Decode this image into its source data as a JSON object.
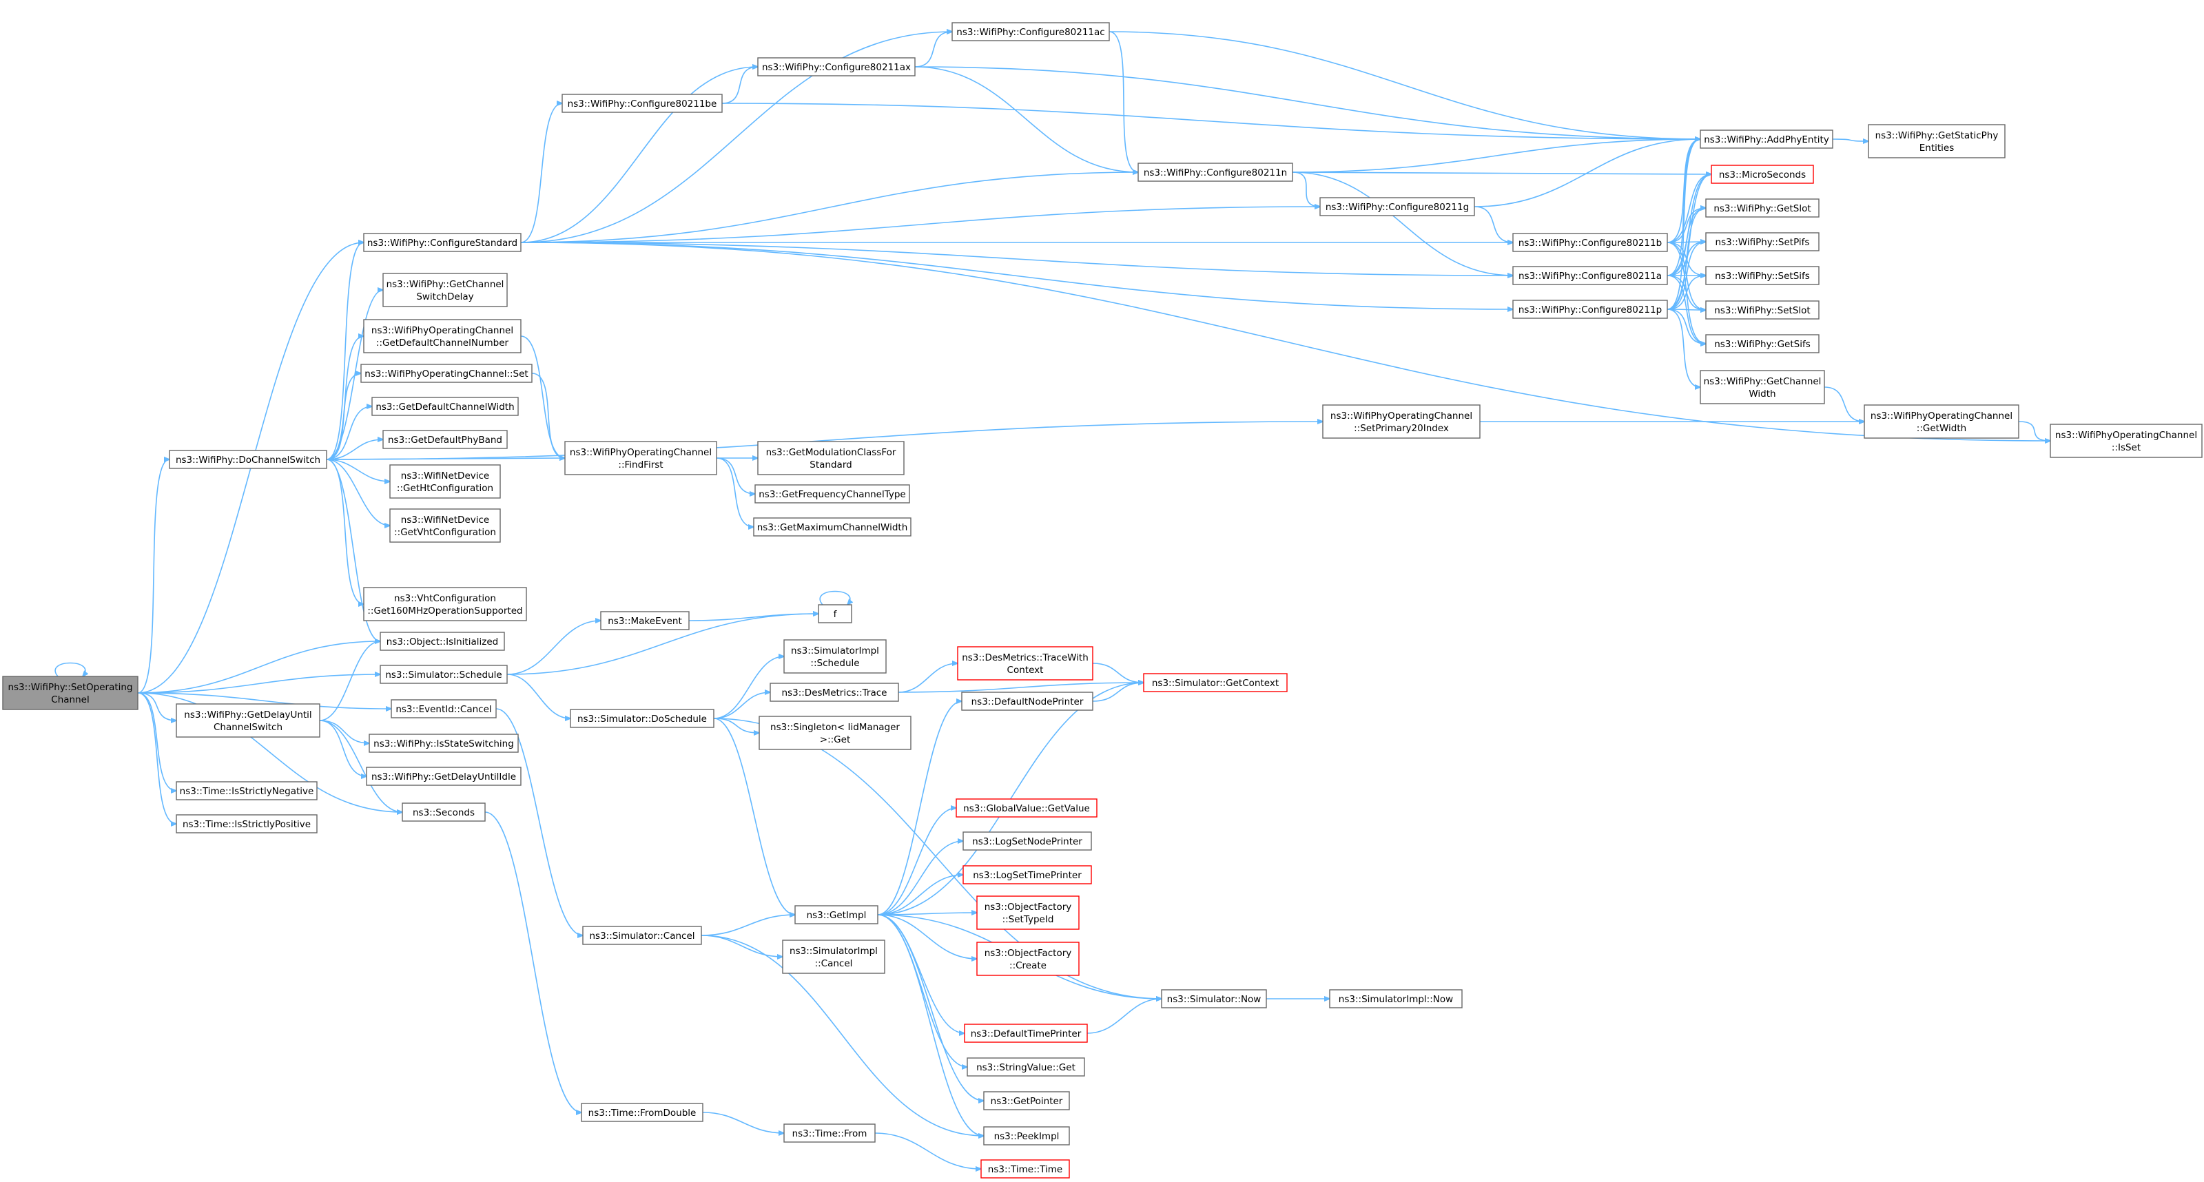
{
  "graph": {
    "nodes": [
      {
        "id": "n_root",
        "lines": [
          "ns3::WifiPhy::SetOperating",
          "Channel"
        ],
        "kind": "root"
      },
      {
        "id": "n_doswitch",
        "lines": [
          "ns3::WifiPhy::DoChannelSwitch"
        ],
        "kind": "normal"
      },
      {
        "id": "n_getdelay",
        "lines": [
          "ns3::WifiPhy::GetDelayUntil",
          "ChannelSwitch"
        ],
        "kind": "normal"
      },
      {
        "id": "n_strneg",
        "lines": [
          "ns3::Time::IsStrictlyNegative"
        ],
        "kind": "normal"
      },
      {
        "id": "n_strpos",
        "lines": [
          "ns3::Time::IsStrictlyPositive"
        ],
        "kind": "normal"
      },
      {
        "id": "n_cfgstd",
        "lines": [
          "ns3::WifiPhy::ConfigureStandard"
        ],
        "kind": "normal"
      },
      {
        "id": "n_getswdelay",
        "lines": [
          "ns3::WifiPhy::GetChannel",
          "SwitchDelay"
        ],
        "kind": "normal"
      },
      {
        "id": "n_getdefchnum",
        "lines": [
          "ns3::WifiPhyOperatingChannel",
          "::GetDefaultChannelNumber"
        ],
        "kind": "normal"
      },
      {
        "id": "n_opchset",
        "lines": [
          "ns3::WifiPhyOperatingChannel::Set"
        ],
        "kind": "normal"
      },
      {
        "id": "n_getdefchwidth",
        "lines": [
          "ns3::GetDefaultChannelWidth"
        ],
        "kind": "normal"
      },
      {
        "id": "n_getdefband",
        "lines": [
          "ns3::GetDefaultPhyBand"
        ],
        "kind": "normal"
      },
      {
        "id": "n_getht",
        "lines": [
          "ns3::WifiNetDevice",
          "::GetHtConfiguration"
        ],
        "kind": "normal"
      },
      {
        "id": "n_getvht",
        "lines": [
          "ns3::WifiNetDevice",
          "::GetVhtConfiguration"
        ],
        "kind": "normal"
      },
      {
        "id": "n_vht160",
        "lines": [
          "ns3::VhtConfiguration",
          "::Get160MHzOperationSupported"
        ],
        "kind": "normal"
      },
      {
        "id": "n_isinit",
        "lines": [
          "ns3::Object::IsInitialized"
        ],
        "kind": "normal"
      },
      {
        "id": "n_simsched",
        "lines": [
          "ns3::Simulator::Schedule"
        ],
        "kind": "normal"
      },
      {
        "id": "n_evcancel",
        "lines": [
          "ns3::EventId::Cancel"
        ],
        "kind": "normal"
      },
      {
        "id": "n_isstatesw",
        "lines": [
          "ns3::WifiPhy::IsStateSwitching"
        ],
        "kind": "normal"
      },
      {
        "id": "n_getdelayidle",
        "lines": [
          "ns3::WifiPhy::GetDelayUntilIdle"
        ],
        "kind": "normal"
      },
      {
        "id": "n_seconds",
        "lines": [
          "ns3::Seconds"
        ],
        "kind": "normal"
      },
      {
        "id": "n_cfg80211be",
        "lines": [
          "ns3::WifiPhy::Configure80211be"
        ],
        "kind": "normal"
      },
      {
        "id": "n_cfg80211ax",
        "lines": [
          "ns3::WifiPhy::Configure80211ax"
        ],
        "kind": "normal"
      },
      {
        "id": "n_cfg80211ac",
        "lines": [
          "ns3::WifiPhy::Configure80211ac"
        ],
        "kind": "normal"
      },
      {
        "id": "n_cfg80211n",
        "lines": [
          "ns3::WifiPhy::Configure80211n"
        ],
        "kind": "normal"
      },
      {
        "id": "n_cfg80211g",
        "lines": [
          "ns3::WifiPhy::Configure80211g"
        ],
        "kind": "normal"
      },
      {
        "id": "n_cfg80211b",
        "lines": [
          "ns3::WifiPhy::Configure80211b"
        ],
        "kind": "normal"
      },
      {
        "id": "n_cfg80211a",
        "lines": [
          "ns3::WifiPhy::Configure80211a"
        ],
        "kind": "normal"
      },
      {
        "id": "n_cfg80211p",
        "lines": [
          "ns3::WifiPhy::Configure80211p"
        ],
        "kind": "normal"
      },
      {
        "id": "n_addphy",
        "lines": [
          "ns3::WifiPhy::AddPhyEntity"
        ],
        "kind": "normal"
      },
      {
        "id": "n_getstaticphy",
        "lines": [
          "ns3::WifiPhy::GetStaticPhy",
          "Entities"
        ],
        "kind": "normal"
      },
      {
        "id": "n_microsec",
        "lines": [
          "ns3::MicroSeconds"
        ],
        "kind": "red"
      },
      {
        "id": "n_getslot",
        "lines": [
          "ns3::WifiPhy::GetSlot"
        ],
        "kind": "normal"
      },
      {
        "id": "n_setpifs",
        "lines": [
          "ns3::WifiPhy::SetPifs"
        ],
        "kind": "normal"
      },
      {
        "id": "n_setsifs",
        "lines": [
          "ns3::WifiPhy::SetSifs"
        ],
        "kind": "normal"
      },
      {
        "id": "n_setslot",
        "lines": [
          "ns3::WifiPhy::SetSlot"
        ],
        "kind": "normal"
      },
      {
        "id": "n_getsifs",
        "lines": [
          "ns3::WifiPhy::GetSifs"
        ],
        "kind": "normal"
      },
      {
        "id": "n_getchwidth",
        "lines": [
          "ns3::WifiPhy::GetChannel",
          "Width"
        ],
        "kind": "normal"
      },
      {
        "id": "n_opgetwidth",
        "lines": [
          "ns3::WifiPhyOperatingChannel",
          "::GetWidth"
        ],
        "kind": "normal"
      },
      {
        "id": "n_opisset",
        "lines": [
          "ns3::WifiPhyOperatingChannel",
          "::IsSet"
        ],
        "kind": "normal"
      },
      {
        "id": "n_setprimary",
        "lines": [
          "ns3::WifiPhyOperatingChannel",
          "::SetPrimary20Index"
        ],
        "kind": "normal"
      },
      {
        "id": "n_findfirst",
        "lines": [
          "ns3::WifiPhyOperatingChannel",
          "::FindFirst"
        ],
        "kind": "normal"
      },
      {
        "id": "n_getmodclass",
        "lines": [
          "ns3::GetModulationClassFor",
          "Standard"
        ],
        "kind": "normal"
      },
      {
        "id": "n_getfreqtype",
        "lines": [
          "ns3::GetFrequencyChannelType"
        ],
        "kind": "normal"
      },
      {
        "id": "n_getmaxwidth",
        "lines": [
          "ns3::GetMaximumChannelWidth"
        ],
        "kind": "normal"
      },
      {
        "id": "n_makeevent",
        "lines": [
          "ns3::MakeEvent"
        ],
        "kind": "normal"
      },
      {
        "id": "n_f",
        "lines": [
          "f"
        ],
        "kind": "normal"
      },
      {
        "id": "n_simimplsched",
        "lines": [
          "ns3::SimulatorImpl",
          "::Schedule"
        ],
        "kind": "normal"
      },
      {
        "id": "n_desmetrics",
        "lines": [
          "ns3::DesMetrics::Trace"
        ],
        "kind": "normal"
      },
      {
        "id": "n_singleton",
        "lines": [
          "ns3::Singleton< IidManager",
          " >::Get"
        ],
        "kind": "normal"
      },
      {
        "id": "n_doschedule",
        "lines": [
          "ns3::Simulator::DoSchedule"
        ],
        "kind": "normal"
      },
      {
        "id": "n_tracewith",
        "lines": [
          "ns3::DesMetrics::TraceWith",
          "Context"
        ],
        "kind": "red"
      },
      {
        "id": "n_getcontext",
        "lines": [
          "ns3::Simulator::GetContext"
        ],
        "kind": "red"
      },
      {
        "id": "n_defnodeprinter",
        "lines": [
          "ns3::DefaultNodePrinter"
        ],
        "kind": "normal"
      },
      {
        "id": "n_globalvalue",
        "lines": [
          "ns3::GlobalValue::GetValue"
        ],
        "kind": "red"
      },
      {
        "id": "n_logsetnode",
        "lines": [
          "ns3::LogSetNodePrinter"
        ],
        "kind": "normal"
      },
      {
        "id": "n_logsettime",
        "lines": [
          "ns3::LogSetTimePrinter"
        ],
        "kind": "red"
      },
      {
        "id": "n_objsettypeid",
        "lines": [
          "ns3::ObjectFactory",
          "::SetTypeId"
        ],
        "kind": "red"
      },
      {
        "id": "n_objcreate",
        "lines": [
          "ns3::ObjectFactory",
          "::Create"
        ],
        "kind": "red"
      },
      {
        "id": "n_getimpl",
        "lines": [
          "ns3::GetImpl"
        ],
        "kind": "normal"
      },
      {
        "id": "n_simcancel",
        "lines": [
          "ns3::Simulator::Cancel"
        ],
        "kind": "normal"
      },
      {
        "id": "n_simimplcancel",
        "lines": [
          "ns3::SimulatorImpl",
          "::Cancel"
        ],
        "kind": "normal"
      },
      {
        "id": "n_simnow",
        "lines": [
          "ns3::Simulator::Now"
        ],
        "kind": "normal"
      },
      {
        "id": "n_simimplnow",
        "lines": [
          "ns3::SimulatorImpl::Now"
        ],
        "kind": "normal"
      },
      {
        "id": "n_deftimeprinter",
        "lines": [
          "ns3::DefaultTimePrinter"
        ],
        "kind": "red"
      },
      {
        "id": "n_strvalget",
        "lines": [
          "ns3::StringValue::Get"
        ],
        "kind": "normal"
      },
      {
        "id": "n_getpointer",
        "lines": [
          "ns3::GetPointer"
        ],
        "kind": "normal"
      },
      {
        "id": "n_peekimpl",
        "lines": [
          "ns3::PeekImpl"
        ],
        "kind": "normal"
      },
      {
        "id": "n_fromdouble",
        "lines": [
          "ns3::Time::FromDouble"
        ],
        "kind": "normal"
      },
      {
        "id": "n_timefrom",
        "lines": [
          "ns3::Time::From"
        ],
        "kind": "normal"
      },
      {
        "id": "n_timetime",
        "lines": [
          "ns3::Time::Time"
        ],
        "kind": "red"
      }
    ],
    "edges": [
      [
        "n_root",
        "n_root"
      ],
      [
        "n_root",
        "n_doswitch"
      ],
      [
        "n_root",
        "n_getdelay"
      ],
      [
        "n_root",
        "n_strneg"
      ],
      [
        "n_root",
        "n_strpos"
      ],
      [
        "n_root",
        "n_cfgstd"
      ],
      [
        "n_root",
        "n_isinit"
      ],
      [
        "n_root",
        "n_simsched"
      ],
      [
        "n_root",
        "n_seconds"
      ],
      [
        "n_root",
        "n_evcancel"
      ],
      [
        "n_doswitch",
        "n_cfgstd"
      ],
      [
        "n_doswitch",
        "n_getswdelay"
      ],
      [
        "n_doswitch",
        "n_getdefchnum"
      ],
      [
        "n_doswitch",
        "n_opchset"
      ],
      [
        "n_doswitch",
        "n_getdefchwidth"
      ],
      [
        "n_doswitch",
        "n_getdefband"
      ],
      [
        "n_doswitch",
        "n_getht"
      ],
      [
        "n_doswitch",
        "n_getvht"
      ],
      [
        "n_doswitch",
        "n_vht160"
      ],
      [
        "n_doswitch",
        "n_isinit"
      ],
      [
        "n_doswitch",
        "n_setprimary"
      ],
      [
        "n_doswitch",
        "n_findfirst"
      ],
      [
        "n_getdelay",
        "n_isinit"
      ],
      [
        "n_getdelay",
        "n_isstatesw"
      ],
      [
        "n_getdelay",
        "n_getdelayidle"
      ],
      [
        "n_getdelay",
        "n_seconds"
      ],
      [
        "n_cfgstd",
        "n_cfg80211be"
      ],
      [
        "n_cfgstd",
        "n_cfg80211ax"
      ],
      [
        "n_cfgstd",
        "n_cfg80211ac"
      ],
      [
        "n_cfgstd",
        "n_cfg80211n"
      ],
      [
        "n_cfgstd",
        "n_cfg80211g"
      ],
      [
        "n_cfgstd",
        "n_cfg80211b"
      ],
      [
        "n_cfgstd",
        "n_cfg80211a"
      ],
      [
        "n_cfgstd",
        "n_cfg80211p"
      ],
      [
        "n_cfgstd",
        "n_opisset"
      ],
      [
        "n_getdefchnum",
        "n_findfirst"
      ],
      [
        "n_opchset",
        "n_findfirst"
      ],
      [
        "n_cfg80211be",
        "n_cfg80211ax"
      ],
      [
        "n_cfg80211be",
        "n_addphy"
      ],
      [
        "n_cfg80211ax",
        "n_cfg80211ac"
      ],
      [
        "n_cfg80211ax",
        "n_cfg80211n"
      ],
      [
        "n_cfg80211ax",
        "n_addphy"
      ],
      [
        "n_cfg80211ac",
        "n_cfg80211n"
      ],
      [
        "n_cfg80211ac",
        "n_addphy"
      ],
      [
        "n_cfg80211n",
        "n_addphy"
      ],
      [
        "n_cfg80211n",
        "n_microsec"
      ],
      [
        "n_cfg80211n",
        "n_cfg80211g"
      ],
      [
        "n_cfg80211n",
        "n_cfg80211a"
      ],
      [
        "n_cfg80211g",
        "n_addphy"
      ],
      [
        "n_cfg80211g",
        "n_cfg80211b"
      ],
      [
        "n_cfg80211b",
        "n_addphy"
      ],
      [
        "n_cfg80211b",
        "n_microsec"
      ],
      [
        "n_cfg80211b",
        "n_getslot"
      ],
      [
        "n_cfg80211b",
        "n_setpifs"
      ],
      [
        "n_cfg80211b",
        "n_setsifs"
      ],
      [
        "n_cfg80211b",
        "n_setslot"
      ],
      [
        "n_cfg80211b",
        "n_getsifs"
      ],
      [
        "n_cfg80211a",
        "n_addphy"
      ],
      [
        "n_cfg80211a",
        "n_microsec"
      ],
      [
        "n_cfg80211a",
        "n_getslot"
      ],
      [
        "n_cfg80211a",
        "n_setpifs"
      ],
      [
        "n_cfg80211a",
        "n_setsifs"
      ],
      [
        "n_cfg80211a",
        "n_setslot"
      ],
      [
        "n_cfg80211a",
        "n_getsifs"
      ],
      [
        "n_cfg80211p",
        "n_addphy"
      ],
      [
        "n_cfg80211p",
        "n_microsec"
      ],
      [
        "n_cfg80211p",
        "n_getslot"
      ],
      [
        "n_cfg80211p",
        "n_setpifs"
      ],
      [
        "n_cfg80211p",
        "n_setsifs"
      ],
      [
        "n_cfg80211p",
        "n_setslot"
      ],
      [
        "n_cfg80211p",
        "n_getsifs"
      ],
      [
        "n_cfg80211p",
        "n_getchwidth"
      ],
      [
        "n_addphy",
        "n_getstaticphy"
      ],
      [
        "n_getchwidth",
        "n_opgetwidth"
      ],
      [
        "n_opgetwidth",
        "n_opisset"
      ],
      [
        "n_setprimary",
        "n_opgetwidth"
      ],
      [
        "n_findfirst",
        "n_getmodclass"
      ],
      [
        "n_findfirst",
        "n_getfreqtype"
      ],
      [
        "n_findfirst",
        "n_getmaxwidth"
      ],
      [
        "n_simsched",
        "n_makeevent"
      ],
      [
        "n_simsched",
        "n_f"
      ],
      [
        "n_simsched",
        "n_doschedule"
      ],
      [
        "n_makeevent",
        "n_f"
      ],
      [
        "n_f",
        "n_f"
      ],
      [
        "n_doschedule",
        "n_simimplsched"
      ],
      [
        "n_doschedule",
        "n_desmetrics"
      ],
      [
        "n_doschedule",
        "n_singleton"
      ],
      [
        "n_doschedule",
        "n_getimpl"
      ],
      [
        "n_doschedule",
        "n_simnow"
      ],
      [
        "n_desmetrics",
        "n_tracewith"
      ],
      [
        "n_desmetrics",
        "n_getcontext"
      ],
      [
        "n_tracewith",
        "n_getcontext"
      ],
      [
        "n_defnodeprinter",
        "n_getcontext"
      ],
      [
        "n_getimpl",
        "n_defnodeprinter"
      ],
      [
        "n_getimpl",
        "n_getcontext"
      ],
      [
        "n_getimpl",
        "n_globalvalue"
      ],
      [
        "n_getimpl",
        "n_logsetnode"
      ],
      [
        "n_getimpl",
        "n_logsettime"
      ],
      [
        "n_getimpl",
        "n_objsettypeid"
      ],
      [
        "n_getimpl",
        "n_objcreate"
      ],
      [
        "n_getimpl",
        "n_simnow"
      ],
      [
        "n_getimpl",
        "n_deftimeprinter"
      ],
      [
        "n_getimpl",
        "n_strvalget"
      ],
      [
        "n_getimpl",
        "n_getpointer"
      ],
      [
        "n_getimpl",
        "n_peekimpl"
      ],
      [
        "n_deftimeprinter",
        "n_simnow"
      ],
      [
        "n_simnow",
        "n_simimplnow"
      ],
      [
        "n_evcancel",
        "n_simcancel"
      ],
      [
        "n_simcancel",
        "n_getimpl"
      ],
      [
        "n_simcancel",
        "n_simimplcancel"
      ],
      [
        "n_simcancel",
        "n_peekimpl"
      ],
      [
        "n_seconds",
        "n_fromdouble"
      ],
      [
        "n_fromdouble",
        "n_timefrom"
      ],
      [
        "n_timefrom",
        "n_timetime"
      ]
    ]
  }
}
